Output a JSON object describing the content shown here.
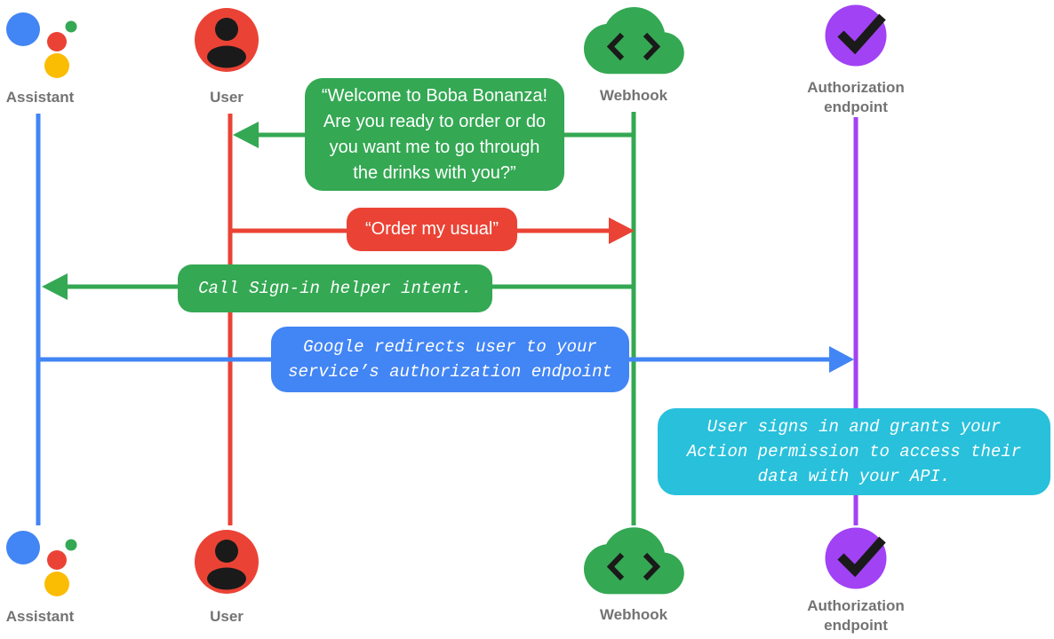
{
  "colors": {
    "assistant_blue": "#4285F4",
    "user_red": "#EA4335",
    "webhook_green": "#34A853",
    "assistant_yellow": "#FBBC04",
    "authorization_purple": "#A142F4",
    "note_cyan": "#28C0DB",
    "label_gray": "#737373",
    "icon_ink": "#1A1A1A",
    "bubble_text": "#FFFFFF"
  },
  "actors": {
    "assistant": {
      "label": "Assistant"
    },
    "user": {
      "label": "User"
    },
    "webhook": {
      "label": "Webhook"
    },
    "authorization": {
      "label": [
        "Authorization",
        "endpoint"
      ]
    }
  },
  "messages": {
    "welcome": {
      "from": "Webhook",
      "to": "User",
      "text": [
        "“Welcome to Boba Bonanza!",
        "Are you ready to order or do",
        "you want me to go through",
        "the drinks with you?”"
      ]
    },
    "order": {
      "from": "User",
      "to": "Webhook",
      "text": "“Order my usual”"
    },
    "sign_in_helper": {
      "from": "Webhook",
      "to": "Assistant",
      "text": "Call Sign-in helper intent."
    },
    "redirect": {
      "from": "Assistant",
      "to": "Authorization endpoint",
      "text": [
        "Google redirects user to your",
        "service’s authorization endpoint"
      ]
    },
    "grant_note": {
      "at": "Authorization endpoint",
      "text": [
        "User signs in and grants your",
        "Action permission to access their",
        "data with your API."
      ]
    }
  }
}
